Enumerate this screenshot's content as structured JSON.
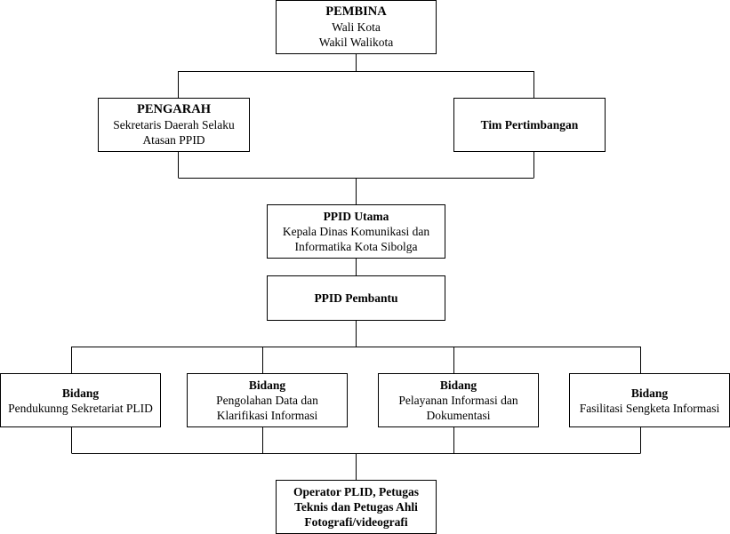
{
  "pembina": {
    "title": "PEMBINA",
    "lines": [
      "Wali Kota",
      "Wakil Walikota"
    ]
  },
  "pengarah": {
    "title": "PENGARAH",
    "lines": [
      "Sekretaris Daerah Selaku",
      "Atasan PPID"
    ]
  },
  "tim": {
    "title": "Tim Pertimbangan"
  },
  "ppid_utama": {
    "title": "PPID Utama",
    "lines": [
      "Kepala Dinas Komunikasi dan",
      "Informatika Kota Sibolga"
    ]
  },
  "ppid_pembantu": {
    "title": "PPID Pembantu"
  },
  "bidang": [
    {
      "title": "Bidang",
      "lines": [
        "Pendukunng Sekretariat PLID"
      ]
    },
    {
      "title": "Bidang",
      "lines": [
        "Pengolahan Data dan",
        "Klarifikasi Informasi"
      ]
    },
    {
      "title": "Bidang",
      "lines": [
        "Pelayanan Informasi dan",
        "Dokumentasi"
      ]
    },
    {
      "title": "Bidang",
      "lines": [
        "Fasilitasi Sengketa Informasi"
      ]
    }
  ],
  "operator": {
    "lines": [
      "Operator PLID, Petugas",
      "Teknis dan Petugas Ahli",
      "Fotografi/videografi"
    ]
  }
}
